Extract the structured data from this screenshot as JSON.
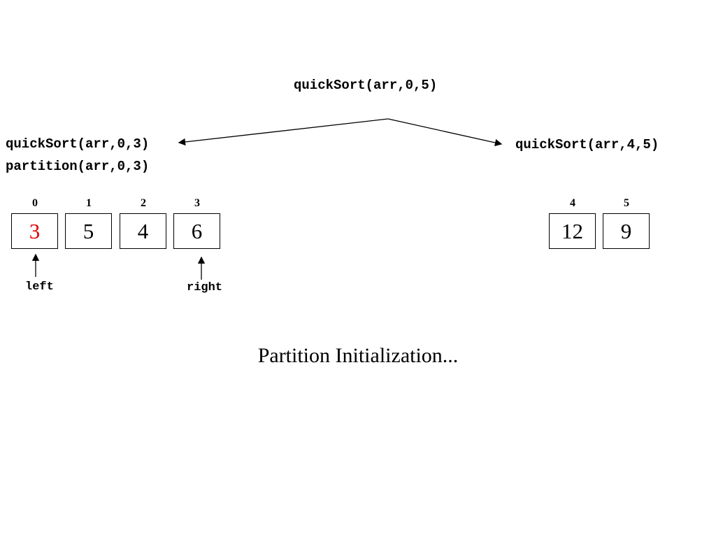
{
  "calls": {
    "root": "quickSort(arr,0,5)",
    "left": "quickSort(arr,0,3)",
    "left_partition": "partition(arr,0,3)",
    "right": "quickSort(arr,4,5)"
  },
  "left_array": {
    "indices": [
      "0",
      "1",
      "2",
      "3"
    ],
    "values": [
      "3",
      "5",
      "4",
      "6"
    ]
  },
  "right_array": {
    "indices": [
      "4",
      "5"
    ],
    "values": [
      "12",
      "9"
    ]
  },
  "pointers": {
    "left": "left",
    "right": "right"
  },
  "caption": "Partition Initialization...",
  "colors": {
    "pivot": "#e00000",
    "text": "#000000"
  }
}
